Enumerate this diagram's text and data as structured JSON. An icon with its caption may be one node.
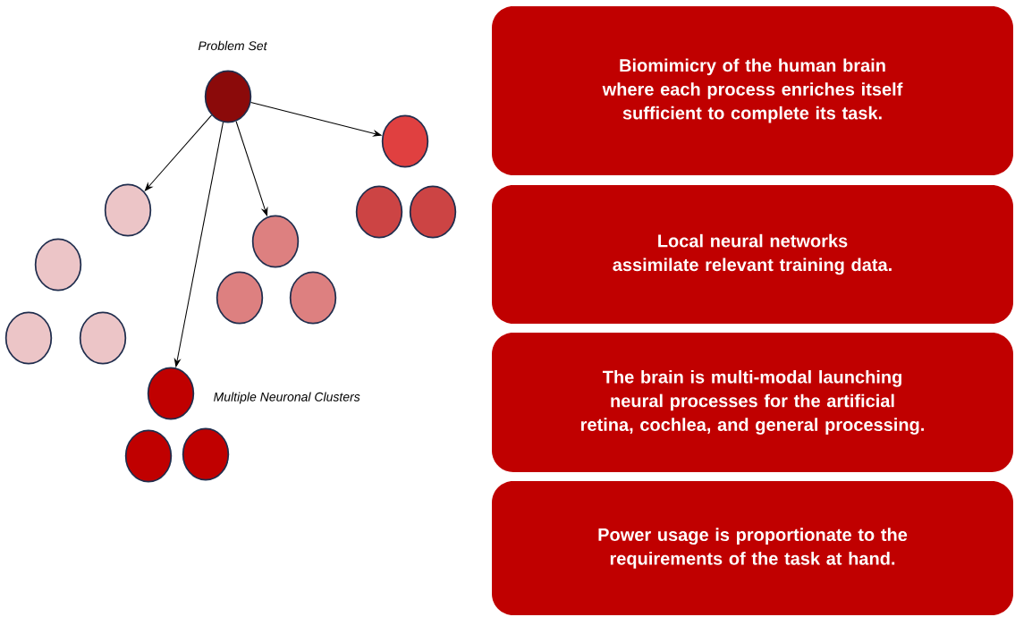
{
  "diagram": {
    "nodes": [
      {
        "text": [
          "Problem Set"
        ]
      },
      {
        "text": [],
        "shape": "circle"
      },
      {
        "text": [],
        "shape": "circle"
      },
      {
        "text": [],
        "shape": "circle"
      },
      {
        "text": [],
        "shape": "circle"
      },
      {
        "text": [],
        "shape": "circle"
      },
      {
        "text": [],
        "shape": "circle"
      },
      {
        "text": [],
        "shape": "circle"
      },
      {
        "text": [],
        "shape": "circle"
      },
      {
        "text": [],
        "shape": "circle"
      },
      {
        "text": [],
        "shape": "circle"
      },
      {
        "text": [
          "Multiple Neuronal Clusters"
        ]
      },
      {
        "text": [],
        "shape": "circle"
      },
      {
        "text": [],
        "shape": "circle"
      },
      {
        "text": [
          "Biomimicry of the human brain where each process enriches itself sufficient to complete its task."
        ]
      },
      {
        "text": [
          "Local  neural networks assimilate relevant training data."
        ]
      },
      {
        "text": [
          "The brain is multi-modal launching neural processes for the artificial retina, cochlea, and general processing."
        ]
      },
      {
        "text": [
          "Power usage is proportionate to the requirements of the task at hand."
        ]
      }
    ],
    "edges": [
      {
        "from": 0,
        "to": 1,
        "arrow": "to"
      },
      {
        "from": 0,
        "to": 4,
        "arrow": "to"
      },
      {
        "from": 0,
        "to": 8,
        "arrow": "to"
      },
      {
        "from": 0,
        "to": 11,
        "arrow": "to"
      }
    ]
  }
}
